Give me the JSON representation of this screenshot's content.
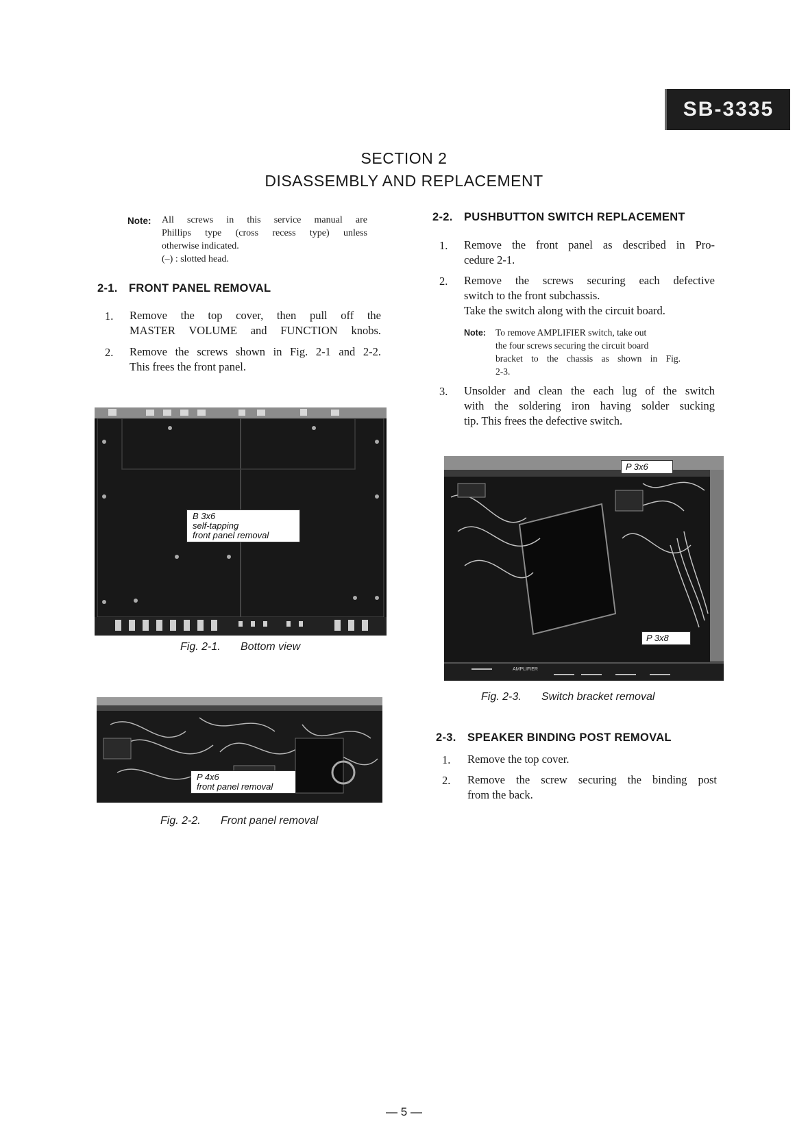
{
  "header": {
    "model": "SB-3335",
    "section": "SECTION 2",
    "title": "DISASSEMBLY AND REPLACEMENT"
  },
  "note_general": {
    "label": "Note:",
    "lines": [
      "All screws in this service manual are",
      "Phillips type (cross recess type) unless",
      "otherwise indicated.",
      "(–) : slotted head."
    ]
  },
  "section_2_1": {
    "number": "2-1.",
    "title": "FRONT PANEL REMOVAL",
    "steps": [
      {
        "num": "1.",
        "lines": [
          "Remove the top cover, then pull off the",
          "MASTER VOLUME and FUNCTION knobs."
        ]
      },
      {
        "num": "2.",
        "lines": [
          "Remove the screws shown in Fig. 2-1 and 2-2.",
          "This frees the front panel."
        ]
      }
    ]
  },
  "fig_2_1": {
    "label_lines": [
      "B 3x6",
      "self-tapping",
      "front panel removal"
    ],
    "caption_num": "Fig. 2-1.",
    "caption_text": "Bottom view"
  },
  "fig_2_2": {
    "label_lines": [
      "P 4x6",
      "front panel removal"
    ],
    "caption_num": "Fig. 2-2.",
    "caption_text": "Front panel removal"
  },
  "section_2_2": {
    "number": "2-2.",
    "title": "PUSHBUTTON SWITCH REPLACEMENT",
    "steps": [
      {
        "num": "1.",
        "lines": [
          "Remove the front panel as described in Pro-",
          "cedure 2-1."
        ]
      },
      {
        "num": "2.",
        "lines": [
          "Remove the screws securing each defective",
          "switch to the front subchassis.",
          "Take the switch along with the circuit board."
        ]
      },
      {
        "num": "3.",
        "lines": [
          "Unsolder and clean the each lug of the switch",
          "with the soldering iron having solder sucking",
          "tip. This frees the defective switch."
        ]
      }
    ],
    "note": {
      "label": "Note:",
      "lines": [
        "To remove AMPLIFIER switch, take out",
        "the four screws securing the circuit board",
        "bracket to the chassis as shown in Fig.",
        "2-3."
      ]
    }
  },
  "fig_2_3": {
    "label_top": "P 3x6",
    "label_bottom": "P 3x8",
    "panel_text": "AMPLIFIER",
    "caption_num": "Fig. 2-3.",
    "caption_text": "Switch bracket removal"
  },
  "section_2_3": {
    "number": "2-3.",
    "title": "SPEAKER BINDING POST REMOVAL",
    "steps": [
      {
        "num": "1.",
        "lines": [
          "Remove the top cover."
        ]
      },
      {
        "num": "2.",
        "lines": [
          "Remove the screw securing the binding post",
          "from the back."
        ]
      }
    ]
  },
  "footer": {
    "page": "— 5 —"
  }
}
